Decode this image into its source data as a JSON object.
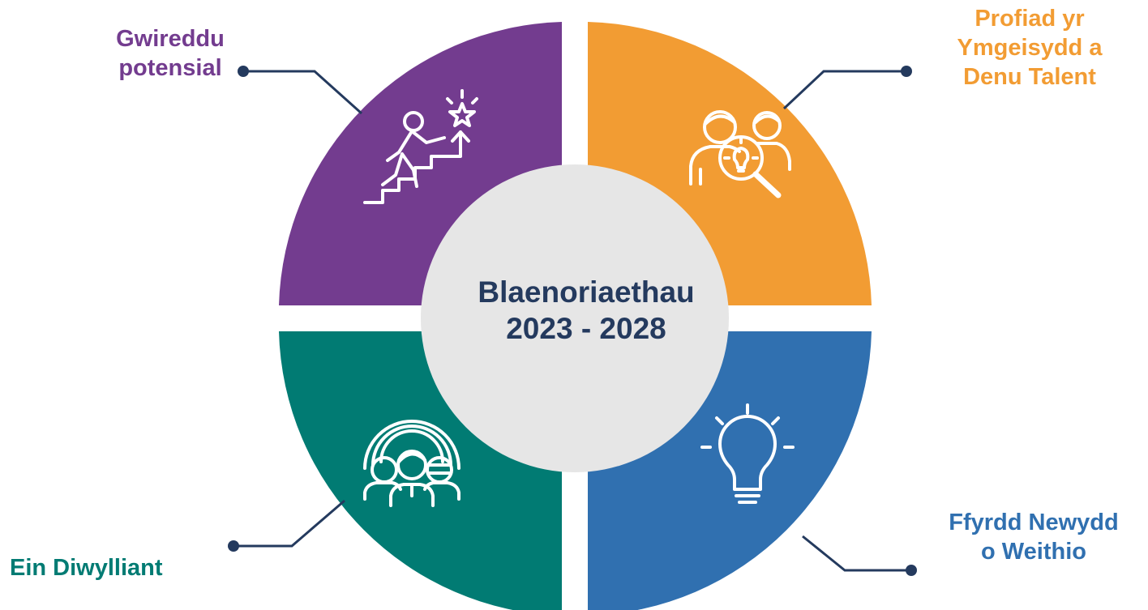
{
  "title_lines": [
    "Blaenoriaethau",
    "2023 - 2028"
  ],
  "quadrants": [
    {
      "id": "purple",
      "label_lines": [
        "Gwireddu",
        "potensial"
      ],
      "color": "#733C8F",
      "icon": "climbing-stairs-star-icon"
    },
    {
      "id": "orange",
      "label_lines": [
        "Profiad yr",
        "Ymgeisydd a",
        "Denu Talent"
      ],
      "color": "#F29C33",
      "icon": "people-search-lightbulb-icon"
    },
    {
      "id": "teal",
      "label_lines": [
        "Ein Diwylliant"
      ],
      "color": "#017B73",
      "icon": "diverse-group-rainbow-icon"
    },
    {
      "id": "blue",
      "label_lines": [
        "Ffyrdd Newydd",
        "o Weithio"
      ],
      "color": "#3070B0",
      "icon": "lightbulb-icon"
    }
  ],
  "colors": {
    "center_fill": "#E6E6E6",
    "title_text": "#243A5E",
    "connector": "#243A5E",
    "icon_stroke": "#ffffff",
    "background": "#ffffff"
  }
}
